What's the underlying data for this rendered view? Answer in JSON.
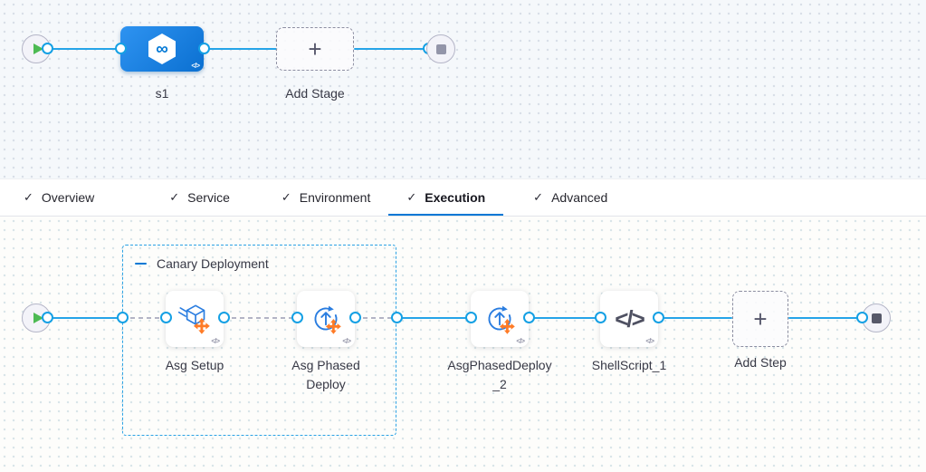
{
  "pipeline": {
    "stage": {
      "name": "s1",
      "icon": "harness-deployment-stage"
    },
    "add_stage_label": "Add Stage"
  },
  "tabs": {
    "items": [
      {
        "label": "Overview",
        "checked": true,
        "active": false
      },
      {
        "label": "Service",
        "checked": true,
        "active": false
      },
      {
        "label": "Environment",
        "checked": true,
        "active": false
      },
      {
        "label": "Execution",
        "checked": true,
        "active": true
      },
      {
        "label": "Advanced",
        "checked": true,
        "active": false
      }
    ]
  },
  "exec": {
    "group_label": "Canary Deployment",
    "steps": [
      {
        "name": "Asg Setup",
        "icon": "asg-setup-cube-icon"
      },
      {
        "name": "Asg Phased Deploy",
        "icon": "phased-deploy-icon"
      },
      {
        "name": "AsgPhasedDeploy_2",
        "icon": "phased-deploy-icon"
      },
      {
        "name": "ShellScript_1",
        "icon": "shell-script-code-icon"
      }
    ],
    "add_step_label": "Add Step"
  },
  "glyphs": {
    "check": "✓",
    "plus": "+",
    "code": "</>",
    "infinity": "∞"
  },
  "colors": {
    "connector_blue": "#25a4e8",
    "active_tab_blue": "#0278d5",
    "stage_gradient": "#2e93f1 → #0b70d1",
    "connector_gray": "#b3b4c5",
    "label_dark": "#383946",
    "drag_handle_orange": "#ff7b26",
    "play_green": "#4dba53",
    "stop_slate": "#565869"
  }
}
